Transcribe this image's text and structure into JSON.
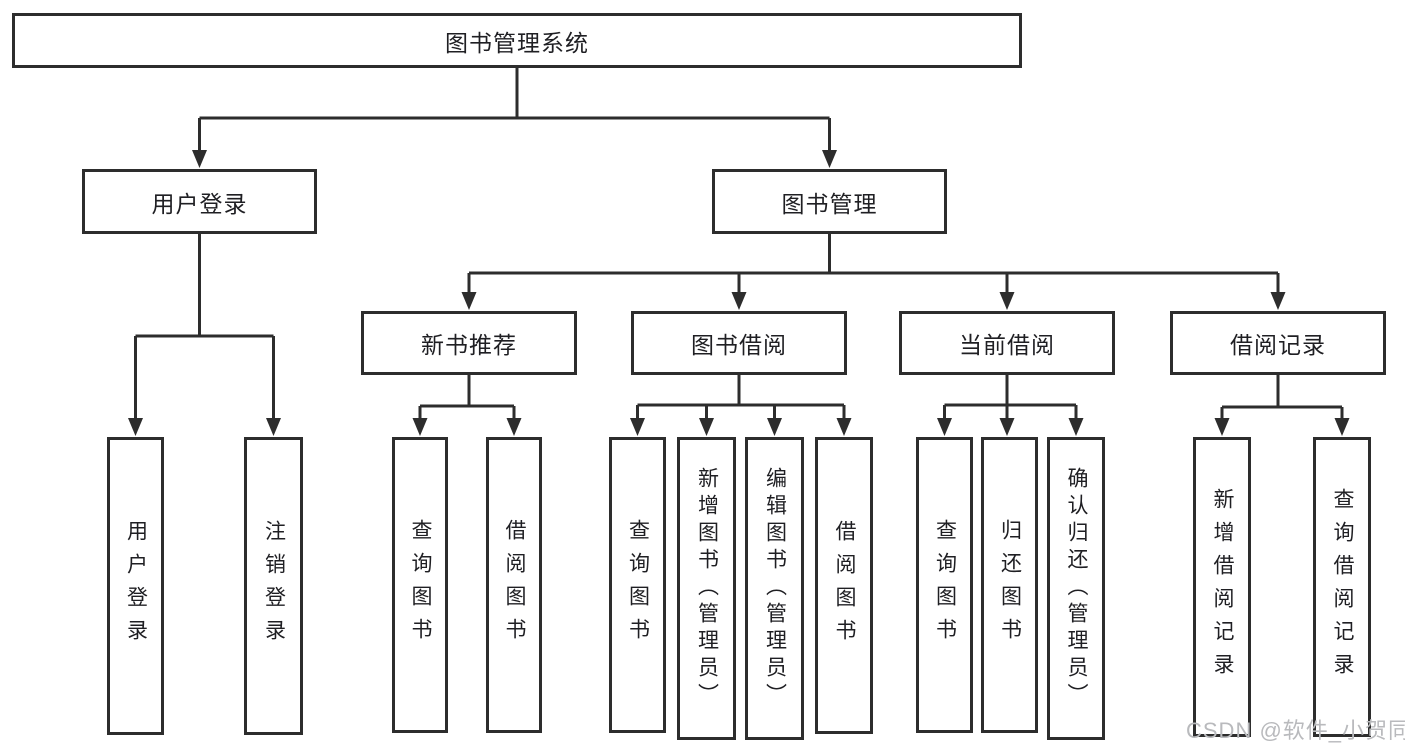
{
  "diagram": {
    "root": {
      "label": "图书管理系统"
    },
    "level2": [
      {
        "label": "用户登录"
      },
      {
        "label": "图书管理"
      }
    ],
    "level3": [
      {
        "label": "新书推荐",
        "parent": "图书管理"
      },
      {
        "label": "图书借阅",
        "parent": "图书管理"
      },
      {
        "label": "当前借阅",
        "parent": "图书管理"
      },
      {
        "label": "借阅记录",
        "parent": "图书管理"
      }
    ],
    "leaves": [
      {
        "label": "用户登录",
        "parent": "用户登录"
      },
      {
        "label": "注销登录",
        "parent": "用户登录"
      },
      {
        "label": "查询图书",
        "parent": "新书推荐"
      },
      {
        "label": "借阅图书",
        "parent": "新书推荐"
      },
      {
        "label": "查询图书",
        "parent": "图书借阅"
      },
      {
        "label": "新增图书（管理员）",
        "parent": "图书借阅"
      },
      {
        "label": "编辑图书（管理员）",
        "parent": "图书借阅"
      },
      {
        "label": "借阅图书",
        "parent": "图书借阅"
      },
      {
        "label": "查询图书",
        "parent": "当前借阅"
      },
      {
        "label": "归还图书",
        "parent": "当前借阅"
      },
      {
        "label": "确认归还（管理员）",
        "parent": "当前借阅"
      },
      {
        "label": "新增借阅记录",
        "parent": "借阅记录"
      },
      {
        "label": "查询借阅记录",
        "parent": "借阅记录"
      }
    ]
  },
  "watermark": {
    "text": "CSDN @软件_小贺同学"
  },
  "colors": {
    "line": "#2d2d2d",
    "box_border": "#2d2d2d",
    "text": "#1f1f23",
    "watermark": "#b9babd",
    "background": "#ffffff"
  }
}
